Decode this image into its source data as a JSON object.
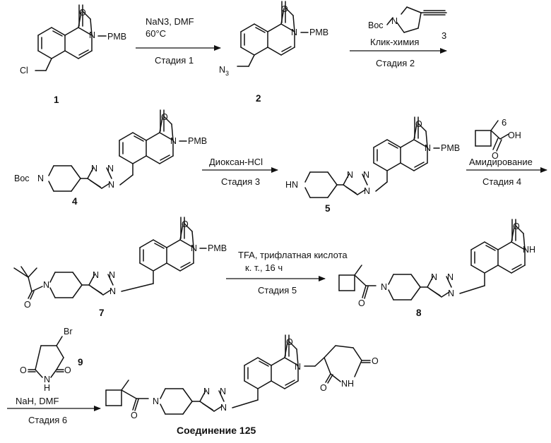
{
  "compounds": {
    "c1": "1",
    "c2": "2",
    "c3": "3",
    "c4": "4",
    "c5": "5",
    "c6": "6",
    "c7": "7",
    "c8": "8",
    "c9": "9",
    "final": "Соединение 125"
  },
  "atoms": {
    "pmb": "PMB",
    "o": "O",
    "n": "N",
    "nh": "NH",
    "hn": "HN",
    "h": "H",
    "cl": "Cl",
    "n3": "N",
    "n3sub": "3",
    "boc": "Boc",
    "oh": "OH",
    "br": "Br"
  },
  "steps": {
    "s1_reagent": "NaN3, DMF",
    "s1_temp": "60°C",
    "s1_label": "Стадия 1",
    "s2_reagent": "Клик-химия",
    "s2_label": "Стадия 2",
    "s3_reagent": "Диоксан-HCl",
    "s3_label": "Стадия 3",
    "s4_reagent": "Амидирование",
    "s4_label": "Стадия 4",
    "s5_reagent": "TFA, трифлатная кислота",
    "s5_cond": "к. т., 16 ч",
    "s5_label": "Стадия 5",
    "s6_reagent": "NaH, DMF",
    "s6_label": "Стадия 6"
  }
}
